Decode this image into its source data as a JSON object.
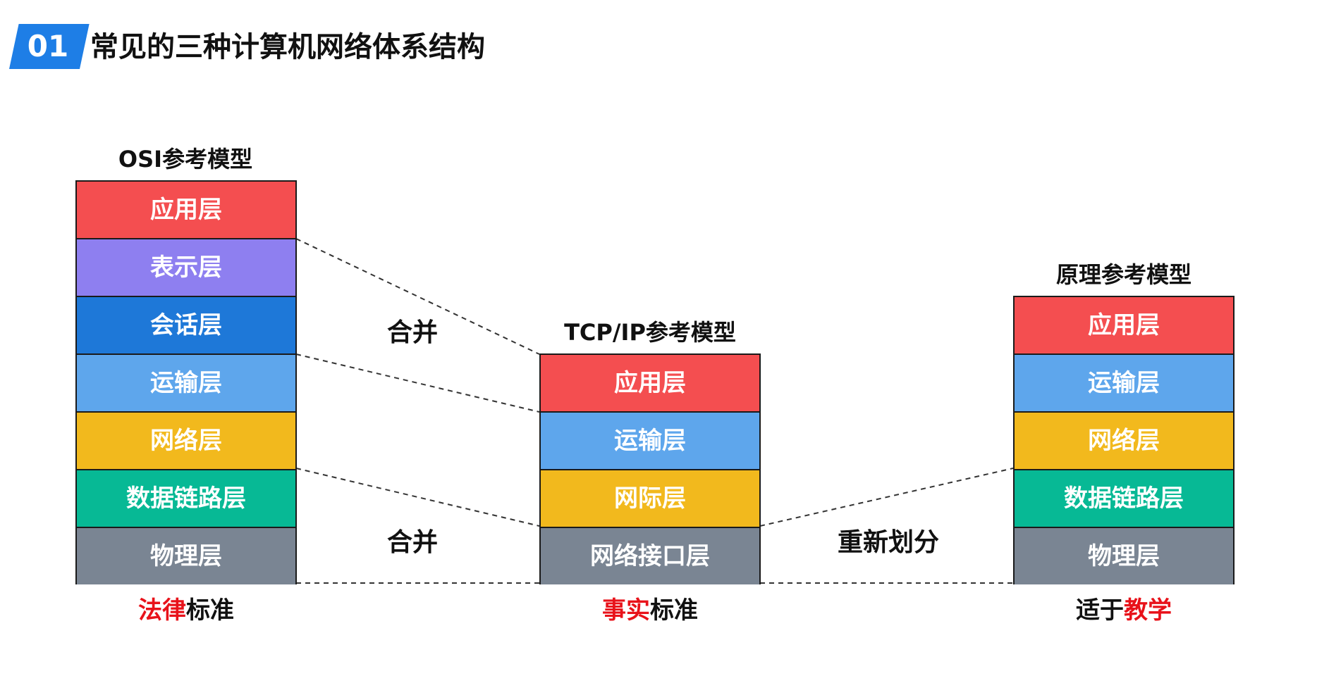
{
  "header": {
    "badge": "01",
    "title": "常见的三种计算机网络体系结构"
  },
  "colors": {
    "red": "#f44e50",
    "purple": "#8e7ff0",
    "blue_dark": "#1e78d8",
    "blue_light": "#5ea6ec",
    "yellow": "#f2b91d",
    "green": "#07b995",
    "gray": "#7a8593",
    "highlight": "#e8121a",
    "badge_blue": "#1e7ee6"
  },
  "osi": {
    "title": "OSI参考模型",
    "layers": [
      {
        "label": "应用层",
        "color": "#f44e50"
      },
      {
        "label": "表示层",
        "color": "#8e7ff0"
      },
      {
        "label": "会话层",
        "color": "#1e78d8"
      },
      {
        "label": "运输层",
        "color": "#5ea6ec"
      },
      {
        "label": "网络层",
        "color": "#f2b91d"
      },
      {
        "label": "数据链路层",
        "color": "#07b995"
      },
      {
        "label": "物理层",
        "color": "#7a8593"
      }
    ],
    "caption_highlight": "法律",
    "caption_rest": "标准"
  },
  "tcpip": {
    "title": "TCP/IP参考模型",
    "layers": [
      {
        "label": "应用层",
        "color": "#f44e50"
      },
      {
        "label": "运输层",
        "color": "#5ea6ec"
      },
      {
        "label": "网际层",
        "color": "#f2b91d"
      },
      {
        "label": "网络接口层",
        "color": "#7a8593"
      }
    ],
    "caption_highlight": "事实",
    "caption_rest": "标准"
  },
  "principle": {
    "title": "原理参考模型",
    "layers": [
      {
        "label": "应用层",
        "color": "#f44e50"
      },
      {
        "label": "运输层",
        "color": "#5ea6ec"
      },
      {
        "label": "网络层",
        "color": "#f2b91d"
      },
      {
        "label": "数据链路层",
        "color": "#07b995"
      },
      {
        "label": "物理层",
        "color": "#7a8593"
      }
    ],
    "caption_prefix": "适于",
    "caption_highlight": "教学"
  },
  "relations": {
    "merge_top": "合并",
    "merge_bottom": "合并",
    "redivide": "重新划分"
  }
}
